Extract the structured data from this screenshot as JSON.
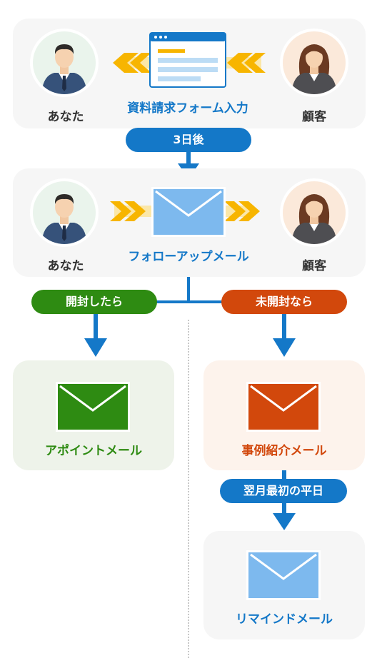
{
  "section1": {
    "left_label": "あなた",
    "right_label": "顧客",
    "center_label": "資料請求フォーム入力"
  },
  "step1": {
    "label": "3日後"
  },
  "section2": {
    "left_label": "あなた",
    "right_label": "顧客",
    "center_label": "フォローアップメール"
  },
  "branch_opened": {
    "pill": "開封したら",
    "card_label": "アポイントメール"
  },
  "branch_unopened": {
    "pill": "未開封なら",
    "card_label": "事例紹介メール"
  },
  "step2": {
    "label": "翌月最初の平日"
  },
  "section3": {
    "card_label": "リマインドメール"
  },
  "colors": {
    "blue": "#1478c8",
    "green": "#2e8b12",
    "orange": "#d2480c",
    "yellow": "#f7b500",
    "panel_gray": "#f6f6f6",
    "panel_green": "#eef3ea",
    "panel_orange": "#fdf3ec"
  }
}
